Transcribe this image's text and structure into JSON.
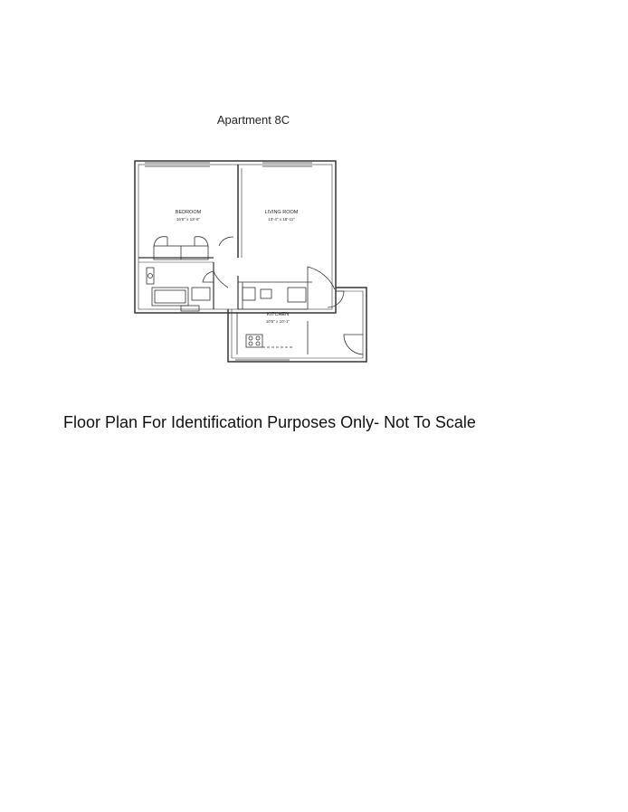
{
  "page": {
    "title": "Apartment 8C",
    "caption": "Floor Plan For Identification Purposes Only- Not To Scale"
  },
  "floor_plan": {
    "rooms": [
      {
        "name": "BEDROOM",
        "dimensions": "16'6\" x 13'-6\""
      },
      {
        "name": "LIVING ROOM",
        "dimensions": "13'-4\" x 18'-11\""
      },
      {
        "name": "KITCHEN",
        "dimensions": "10'6\" x 10'-1\""
      }
    ]
  }
}
